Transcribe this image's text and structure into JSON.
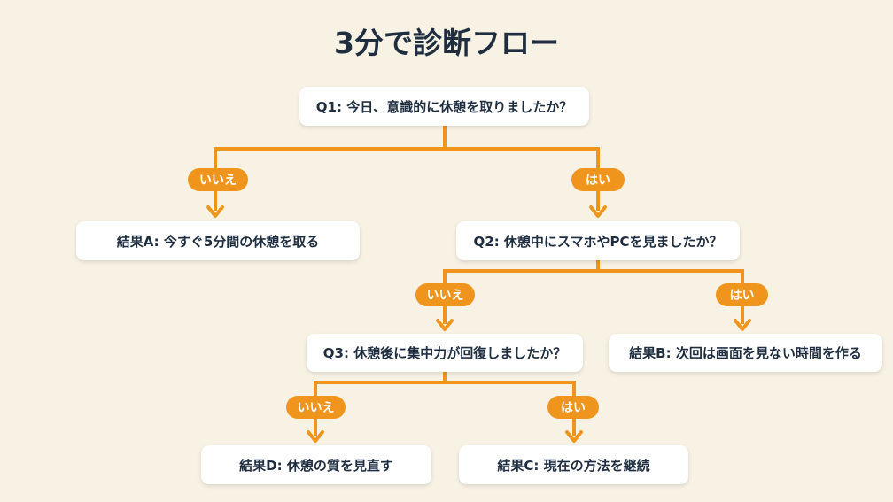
{
  "title": "3分で診断フロー",
  "colors": {
    "accent": "#ef951d",
    "background": "#f7f2e4",
    "text": "#1e2d40"
  },
  "nodes": {
    "q1": "Q1: 今日、意識的に休憩を取りましたか？",
    "q2": "Q2: 休憩中にスマホやPCを見ましたか？",
    "q3": "Q3: 休憩後に集中力が回復しましたか？",
    "result_a": "結果A: 今すぐ5分間の休憩を取る",
    "result_b": "結果B: 次回は画面を見ない時間を作る",
    "result_c": "結果C: 現在の方法を継続",
    "result_d": "結果D: 休憩の質を見直す"
  },
  "labels": {
    "no": "いいえ",
    "yes": "はい"
  }
}
